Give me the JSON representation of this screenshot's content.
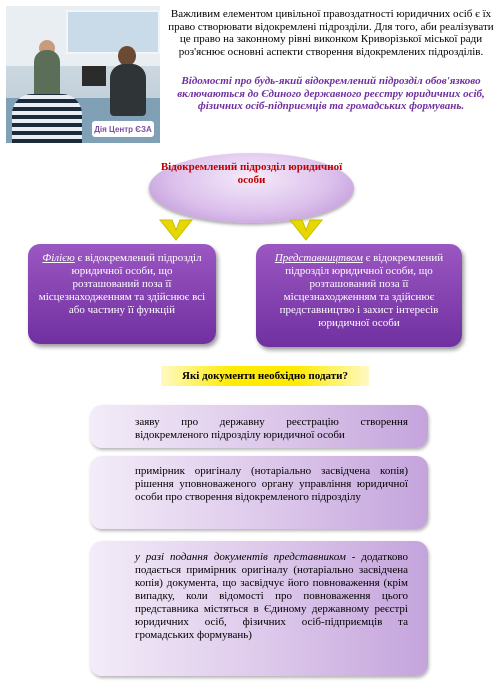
{
  "photo": {
    "logo_text": "Дія Центр ЄЗА"
  },
  "intro": {
    "text": "Важливим елементом цивільної правоздатності юридичних осіб є їх право створювати відокремлені підрозділи. Для того, аби реалізувати це право на законному рівні виконком Криворізької міської ради роз'яснює основні аспекти створення відокремлених підрозділів.",
    "emphasis": "Відомості про будь-який відокремлений підрозділ обов'язково включаються до Єдиного державного реєстру юридичних осіб, фізичних осіб-підприємців та громадських формувань."
  },
  "central_node": {
    "label": "Відокремлений підрозділ юридичної особи"
  },
  "branch": {
    "term": "Філією",
    "definition": " є відокремлений підрозділ юридичної особи, що розташований поза її місцезнаходженням та здійснює всі або частину її функцій"
  },
  "representative": {
    "term": "Представництвом",
    "definition": " є відокремлений підрозділ юридичної особи, що розташований поза її місцезнаходженням та здійснює представництво і захист інтересів юридичної особи"
  },
  "documents": {
    "heading": "Які документи необхідно подати?",
    "items": [
      "заяву про державну реєстрацію створення відокремленого підрозділу юридичної особи",
      "примірник оригіналу (нотаріально засвідчена копія) рішення уповноваженого органу управління юридичної особи про створення відокремленого підрозділу"
    ],
    "conditional_lead": "у разі подання документів представником",
    "conditional_text": " - додатково подається примірник оригіналу (нотаріально засвідчена копія) документа, що засвідчує його повноваження (крім випадку, коли відомості про повноваження цього представника містяться в Єдиному державному реєстрі юридичних осіб, фізичних осіб-підприємців та громадських формувань)"
  },
  "colors": {
    "heading_red": "#c00000",
    "accent_purple": "#7030a0",
    "box_purple": "#8a44b5",
    "lavender": "#dcc7ea",
    "highlight_yellow": "#ffea00",
    "arrow_yellow": "#e6d800"
  }
}
